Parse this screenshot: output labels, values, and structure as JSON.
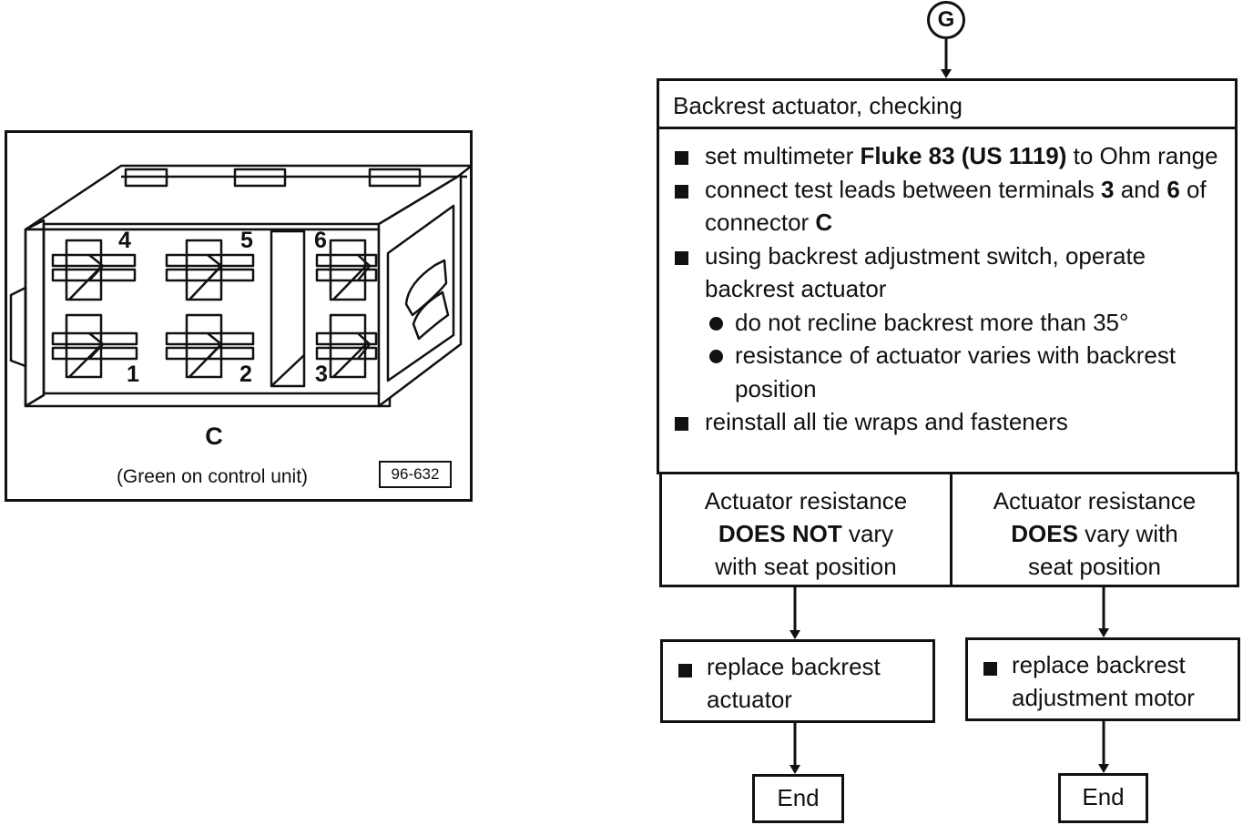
{
  "connector": {
    "pins": [
      "1",
      "2",
      "3",
      "4",
      "5",
      "6"
    ],
    "letter": "C",
    "caption": "(Green on control unit)",
    "ref": "96-632"
  },
  "flowchart": {
    "start_label": "G",
    "title": "Backrest actuator, checking",
    "step1": {
      "a": "set multimeter ",
      "b": "Fluke 83 (US 1119)",
      "c": " to Ohm range"
    },
    "step2": {
      "a": "connect test leads between terminals ",
      "b": "3",
      "c": " and ",
      "d": "6",
      "e": " of connector ",
      "f": "C"
    },
    "step3": "using backrest adjustment switch, operate backrest actuator",
    "note1": "do not recline backrest more than 35°",
    "note2": "resistance of actuator varies with backrest position",
    "step4": "reinstall all tie wraps and fasteners",
    "result_left": {
      "a": "Actuator resistance",
      "b": "DOES NOT",
      "c": " vary",
      "d": "with seat position"
    },
    "result_right": {
      "a": "Actuator resistance",
      "b": "DOES",
      "c": " vary with",
      "d": "seat position"
    },
    "action_left": "replace backrest actuator",
    "action_right": "replace backrest adjustment motor",
    "end_left": "End",
    "end_right": "End"
  }
}
